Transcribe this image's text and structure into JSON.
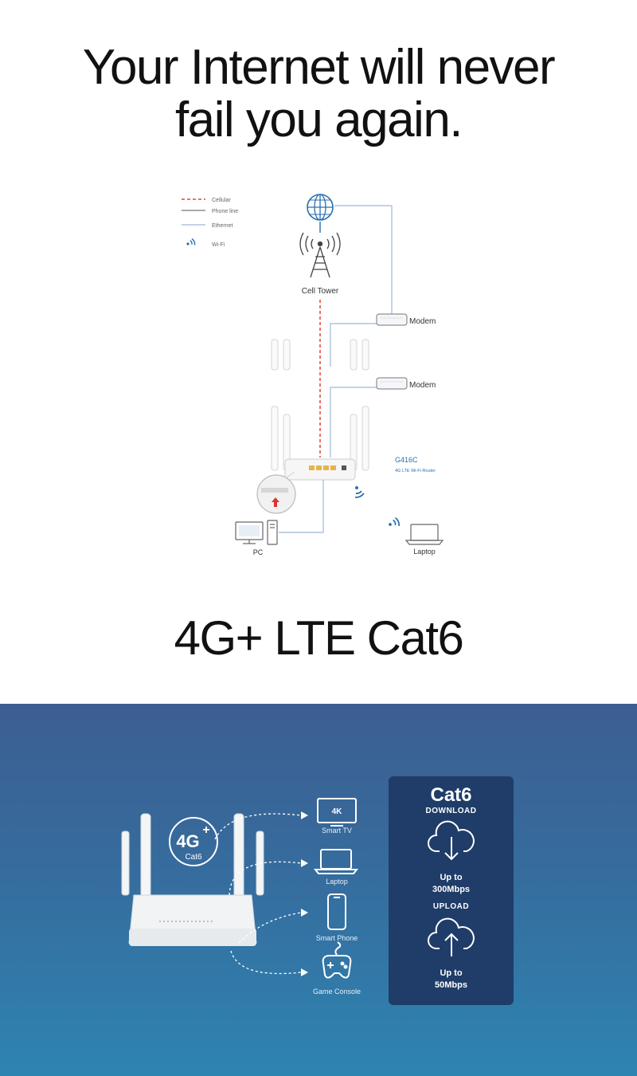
{
  "headline": {
    "line1": "Your Internet will never",
    "line2": "fail you again."
  },
  "subheadline": "4G+ LTE Cat6",
  "diagram": {
    "legend": [
      {
        "label": "Cellular",
        "icon": "dashed-red-line"
      },
      {
        "label": "Phone line",
        "icon": "solid-gray-line"
      },
      {
        "label": "Ethernet",
        "icon": "solid-blue-line"
      },
      {
        "label": "Wi-Fi",
        "icon": "wifi-icon"
      }
    ],
    "cell_tower": "Cell Tower",
    "modem_1": "Modem",
    "modem_2": "Modem",
    "router_model": "G416C",
    "router_desc": "4G LTE Wi-Fi Router",
    "pc": "PC",
    "laptop": "Laptop",
    "colors": {
      "cellular": "#e0453a",
      "ethernet": "#9fb8d8",
      "accent": "#2a6fb0"
    }
  },
  "feature": {
    "badge_main": "4G",
    "badge_plus": "+",
    "badge_sub": "Cat6",
    "devices": [
      "4K",
      "Smart TV",
      "Laptop",
      "Smart Phone",
      "Game Console"
    ],
    "panel": {
      "title": "Cat6",
      "download_label": "DOWNLOAD",
      "download_line1": "Up to",
      "download_line2": "300Mbps",
      "upload_label": "UPLOAD",
      "upload_line1": "Up to",
      "upload_line2": "50Mbps"
    }
  }
}
